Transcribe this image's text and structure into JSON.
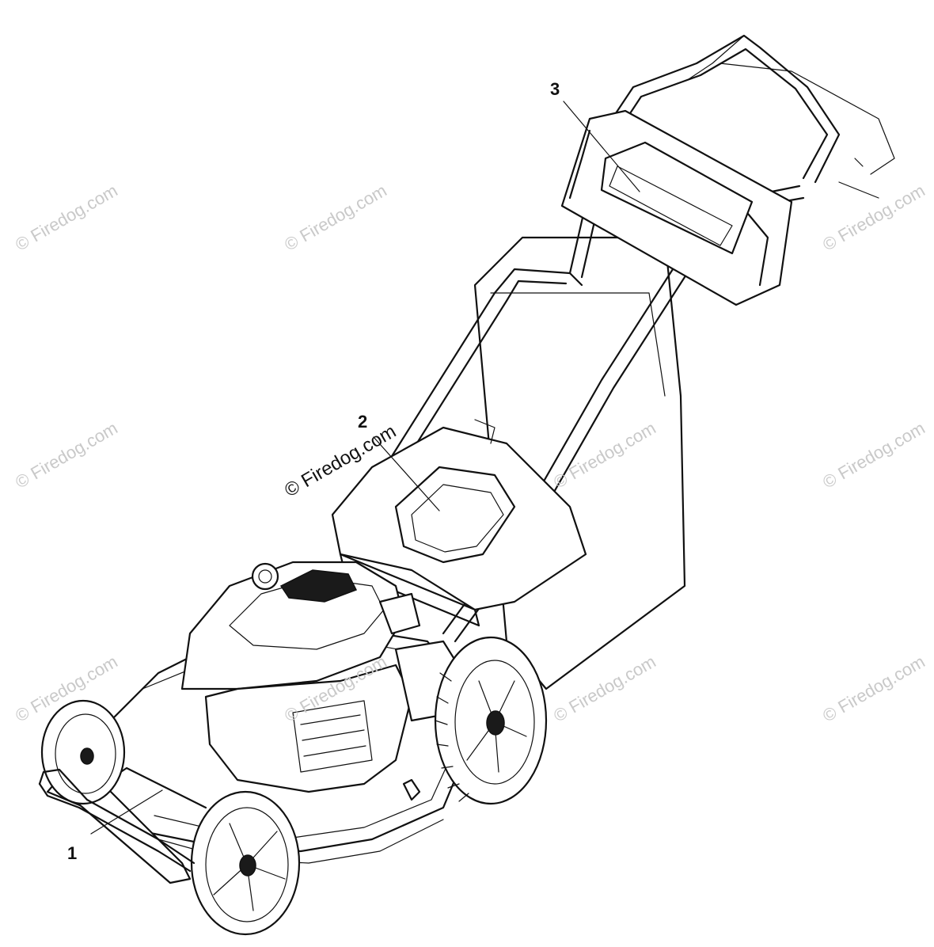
{
  "callouts": [
    {
      "id": "1",
      "label": "1"
    },
    {
      "id": "2",
      "label": "2"
    },
    {
      "id": "3",
      "label": "3"
    }
  ],
  "watermarks": {
    "text": "© Firedog.com",
    "center_text": "© Firedog.com"
  },
  "colors": {
    "ink": "#111111",
    "watermark": "#c9c9c9",
    "background": "#ffffff"
  }
}
